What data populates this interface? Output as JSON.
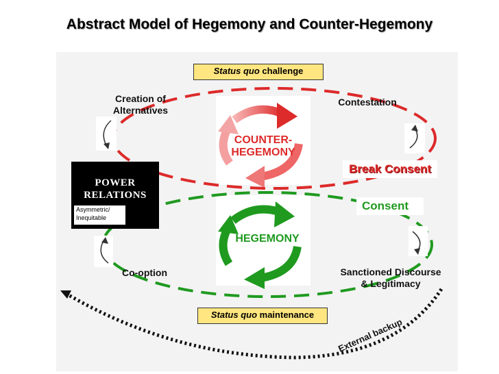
{
  "title": "Abstract Model of Hegemony and Counter-Hegemony",
  "top_box": {
    "italic": "Status quo",
    "rest": " challenge"
  },
  "bottom_box": {
    "italic": "Status quo",
    "rest": " maintenance"
  },
  "labels": {
    "creation_line1": "Creation of",
    "creation_line2": "Alternatives",
    "contestation": "Contestation",
    "break_consent": "Break Consent",
    "consent": "Consent",
    "co_option": "Co-option",
    "sanctioned_line1": "Sanctioned Discourse",
    "sanctioned_line2": "& Legitimacy",
    "external_backup": "External backup"
  },
  "counter_hegemony": {
    "line1": "COUNTER-",
    "line2": "HEGEMONY"
  },
  "hegemony": "HEGEMONY",
  "power_relations": {
    "line1": "POWER",
    "line2": "RELATIONS",
    "sub_line1": "Asymmetric/",
    "sub_line2": "Inequitable"
  },
  "colors": {
    "counter_red": "#dd2a2a",
    "hegemony_green": "#1f9a1f",
    "status_box_fill": "#ffe680",
    "panel_bg": "#f3f3f3"
  }
}
